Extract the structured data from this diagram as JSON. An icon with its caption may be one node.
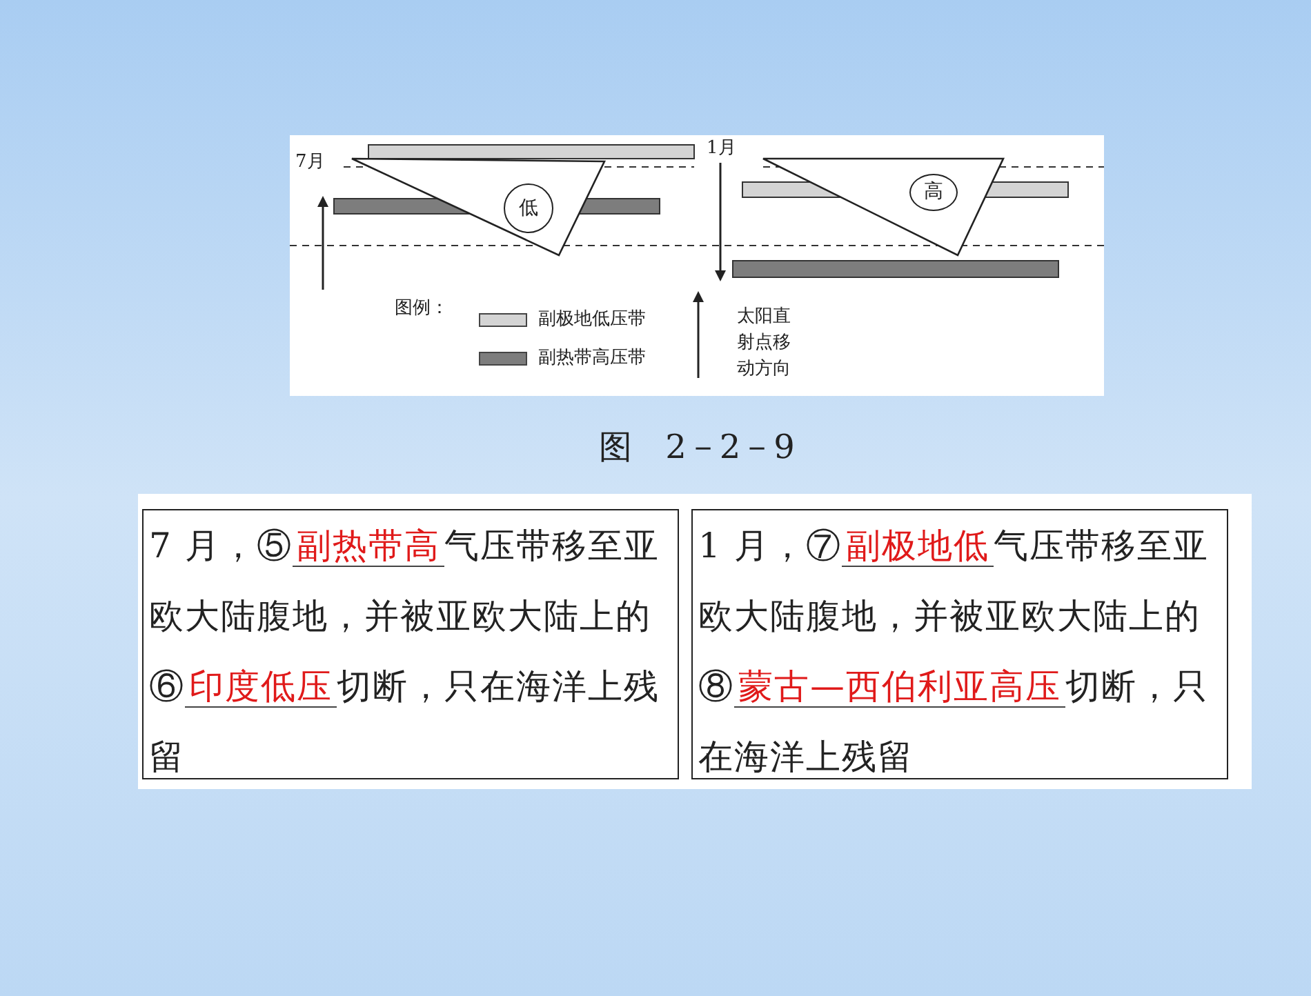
{
  "diagram": {
    "caption": "图　2－2－9",
    "nodes": [
      {
        "text": [
          "低"
        ]
      },
      {
        "text": [
          "高"
        ]
      },
      {
        "text": [
          "7 月，⑤",
          "副热带高",
          "气压带移至亚欧大陆腹地，并被亚欧大陆上的⑥",
          "印度低压",
          "切断，只在海洋上残留"
        ]
      },
      {
        "text": [
          "1 月，⑦",
          "副极地低",
          "气压带移至亚欧大陆腹地，并被亚欧大陆上的⑧",
          "蒙古—西伯利亚高压",
          "切断，只在海洋上残留"
        ]
      }
    ],
    "edges": [],
    "labels": [
      "7月",
      "1月",
      "图例：",
      "太阳直射点移动方向"
    ],
    "legend": [
      {
        "text": "副极地低压带",
        "color": "#d4d4d4"
      },
      {
        "text": "副热带高压带",
        "color": "#7d7d7d"
      }
    ]
  }
}
